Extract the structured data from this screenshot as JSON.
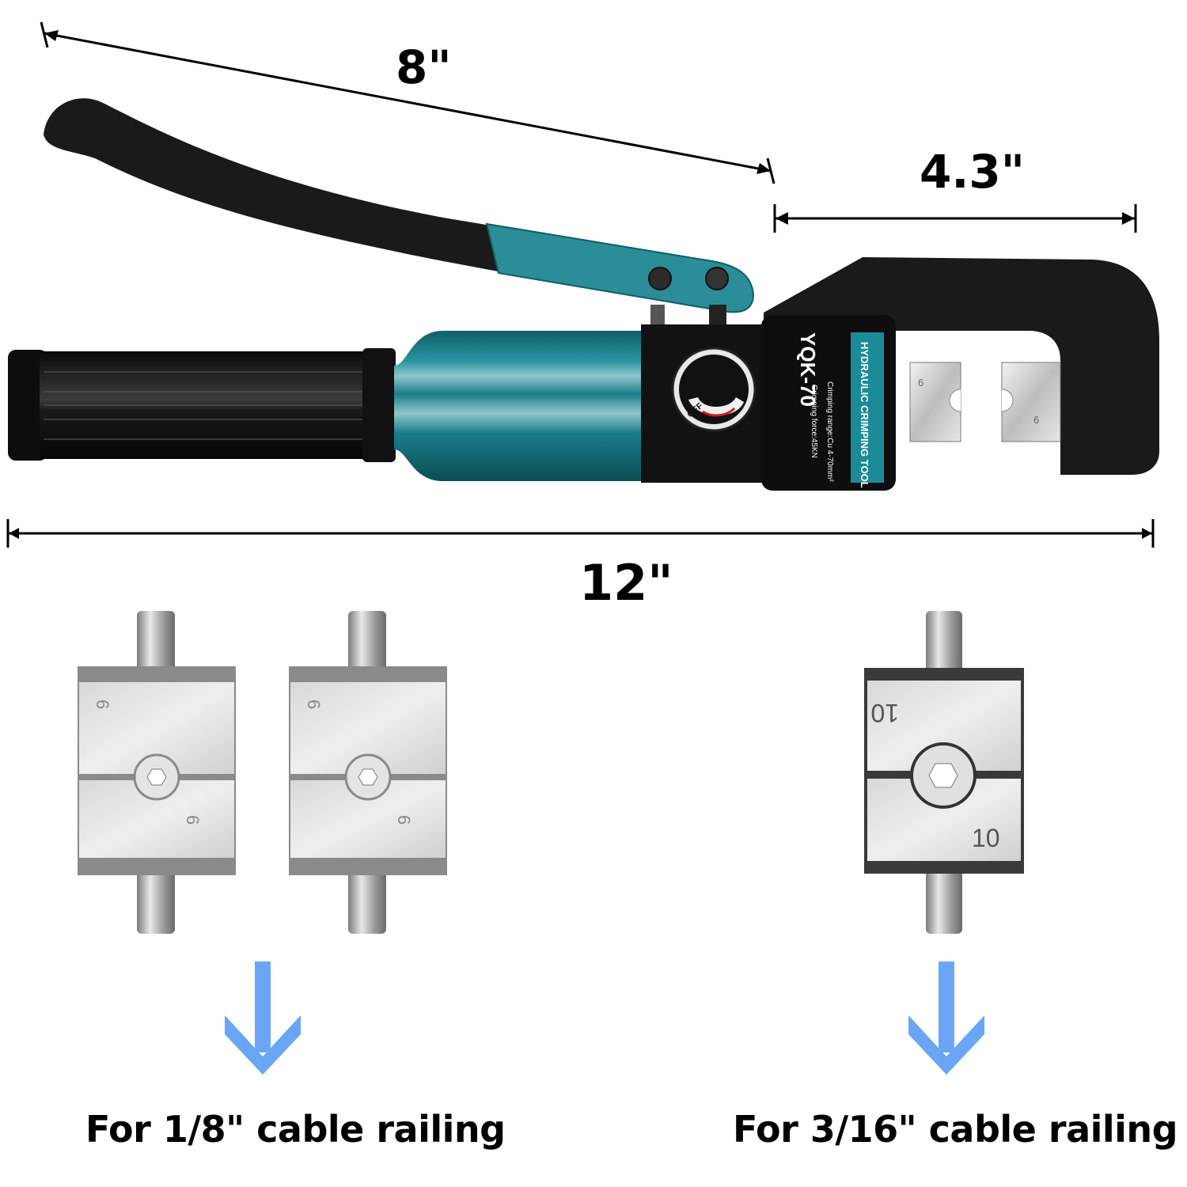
{
  "dimensions": {
    "handle_length": "8\"",
    "head_length": "4.3\"",
    "overall_length": "12\""
  },
  "tool": {
    "model": "YQK-70",
    "label_band": "HYDRAULIC CRIMPING TOOL",
    "spec_range": "Crimping range:Cu 4-70mm²",
    "spec_force": "Crimping force:45KN",
    "valve_on": "ON",
    "valve_off": "OFF",
    "head_die_marks": [
      "6",
      "6"
    ]
  },
  "dies": [
    {
      "size_mark": "6",
      "group": "1/8"
    },
    {
      "size_mark": "6",
      "group": "1/8"
    },
    {
      "size_mark": "10",
      "group": "3/16"
    }
  ],
  "captions": {
    "left": "For 1/8\" cable railing",
    "right": "For 3/16\" cable railing"
  },
  "colors": {
    "tool_teal": "#1b7d8a",
    "tool_black": "#141414",
    "arrow_blue": "#6aa6f5",
    "steel": "#c9c9c9"
  }
}
